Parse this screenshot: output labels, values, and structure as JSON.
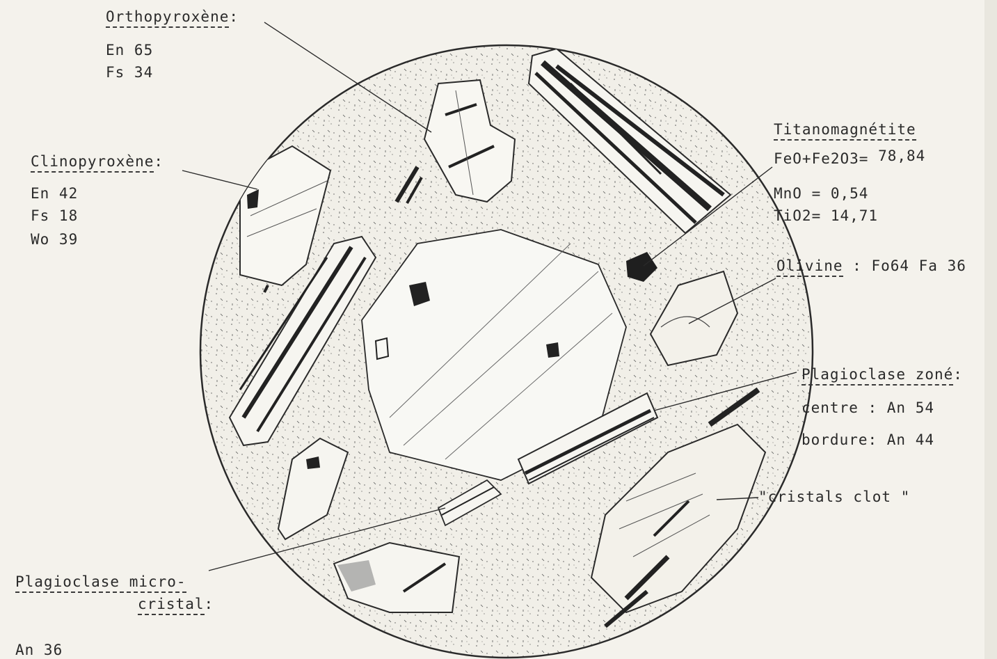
{
  "labels": {
    "orthopyroxene": {
      "title": "Orthopyroxène",
      "colon": ":",
      "l1": "En 65",
      "l2": "Fs 34"
    },
    "clinopyroxene": {
      "title": "Clinopyroxène",
      "colon": ":",
      "l1": "En 42",
      "l2": "Fs 18",
      "l3": "Wo 39"
    },
    "titanomagnetite": {
      "title": "Titanomagnétite",
      "l1": "FeO+Fe2O3= ",
      "l1v": "78,84",
      "l2": "MnO = 0,54",
      "l3": "TiO2= 14,71"
    },
    "olivine": {
      "title": "Olivine",
      "rest": " : Fo64 Fa 36"
    },
    "plagioclase_zone": {
      "title": "Plagioclase zoné",
      "colon": ":",
      "l1": "centre : An 54",
      "l2": "bordure: An 44"
    },
    "cristals_clot": {
      "text": "\"cristals clot \""
    },
    "plagioclase_micro": {
      "title1": "Plagioclase micro-",
      "title2": "cristal",
      "colon": ":",
      "l1": "An 36"
    }
  },
  "colors": {
    "ink": "#2a2a2a",
    "paper": "#f4f2ec",
    "circle_fill": "#efede6"
  }
}
